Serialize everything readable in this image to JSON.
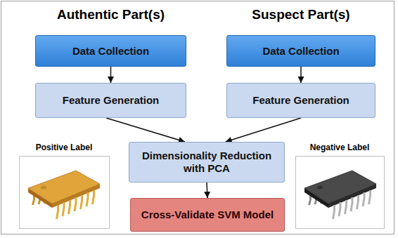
{
  "diagram": {
    "nodes": [
      {
        "text": [
          "Data Collection"
        ]
      },
      {
        "text": [
          "Data Collection"
        ]
      },
      {
        "text": [
          "Feature Generation"
        ]
      },
      {
        "text": [
          "Feature Generation"
        ]
      },
      {
        "text": [
          "Dimensionality Reduction with PCA"
        ]
      },
      {
        "text": [
          "Cross-Validate SVM Model"
        ]
      }
    ],
    "edges": [
      {
        "from": 0,
        "to": 2,
        "arrow": "to"
      },
      {
        "from": 1,
        "to": 3,
        "arrow": "to"
      },
      {
        "from": 2,
        "to": 4,
        "arrow": "to"
      },
      {
        "from": 3,
        "to": 4,
        "arrow": "to"
      },
      {
        "from": 4,
        "to": 5,
        "arrow": "to"
      }
    ],
    "labels": [
      "Authentic Part(s)",
      "Suspect Part(s)",
      "Positive Label",
      "Negative Label"
    ]
  }
}
